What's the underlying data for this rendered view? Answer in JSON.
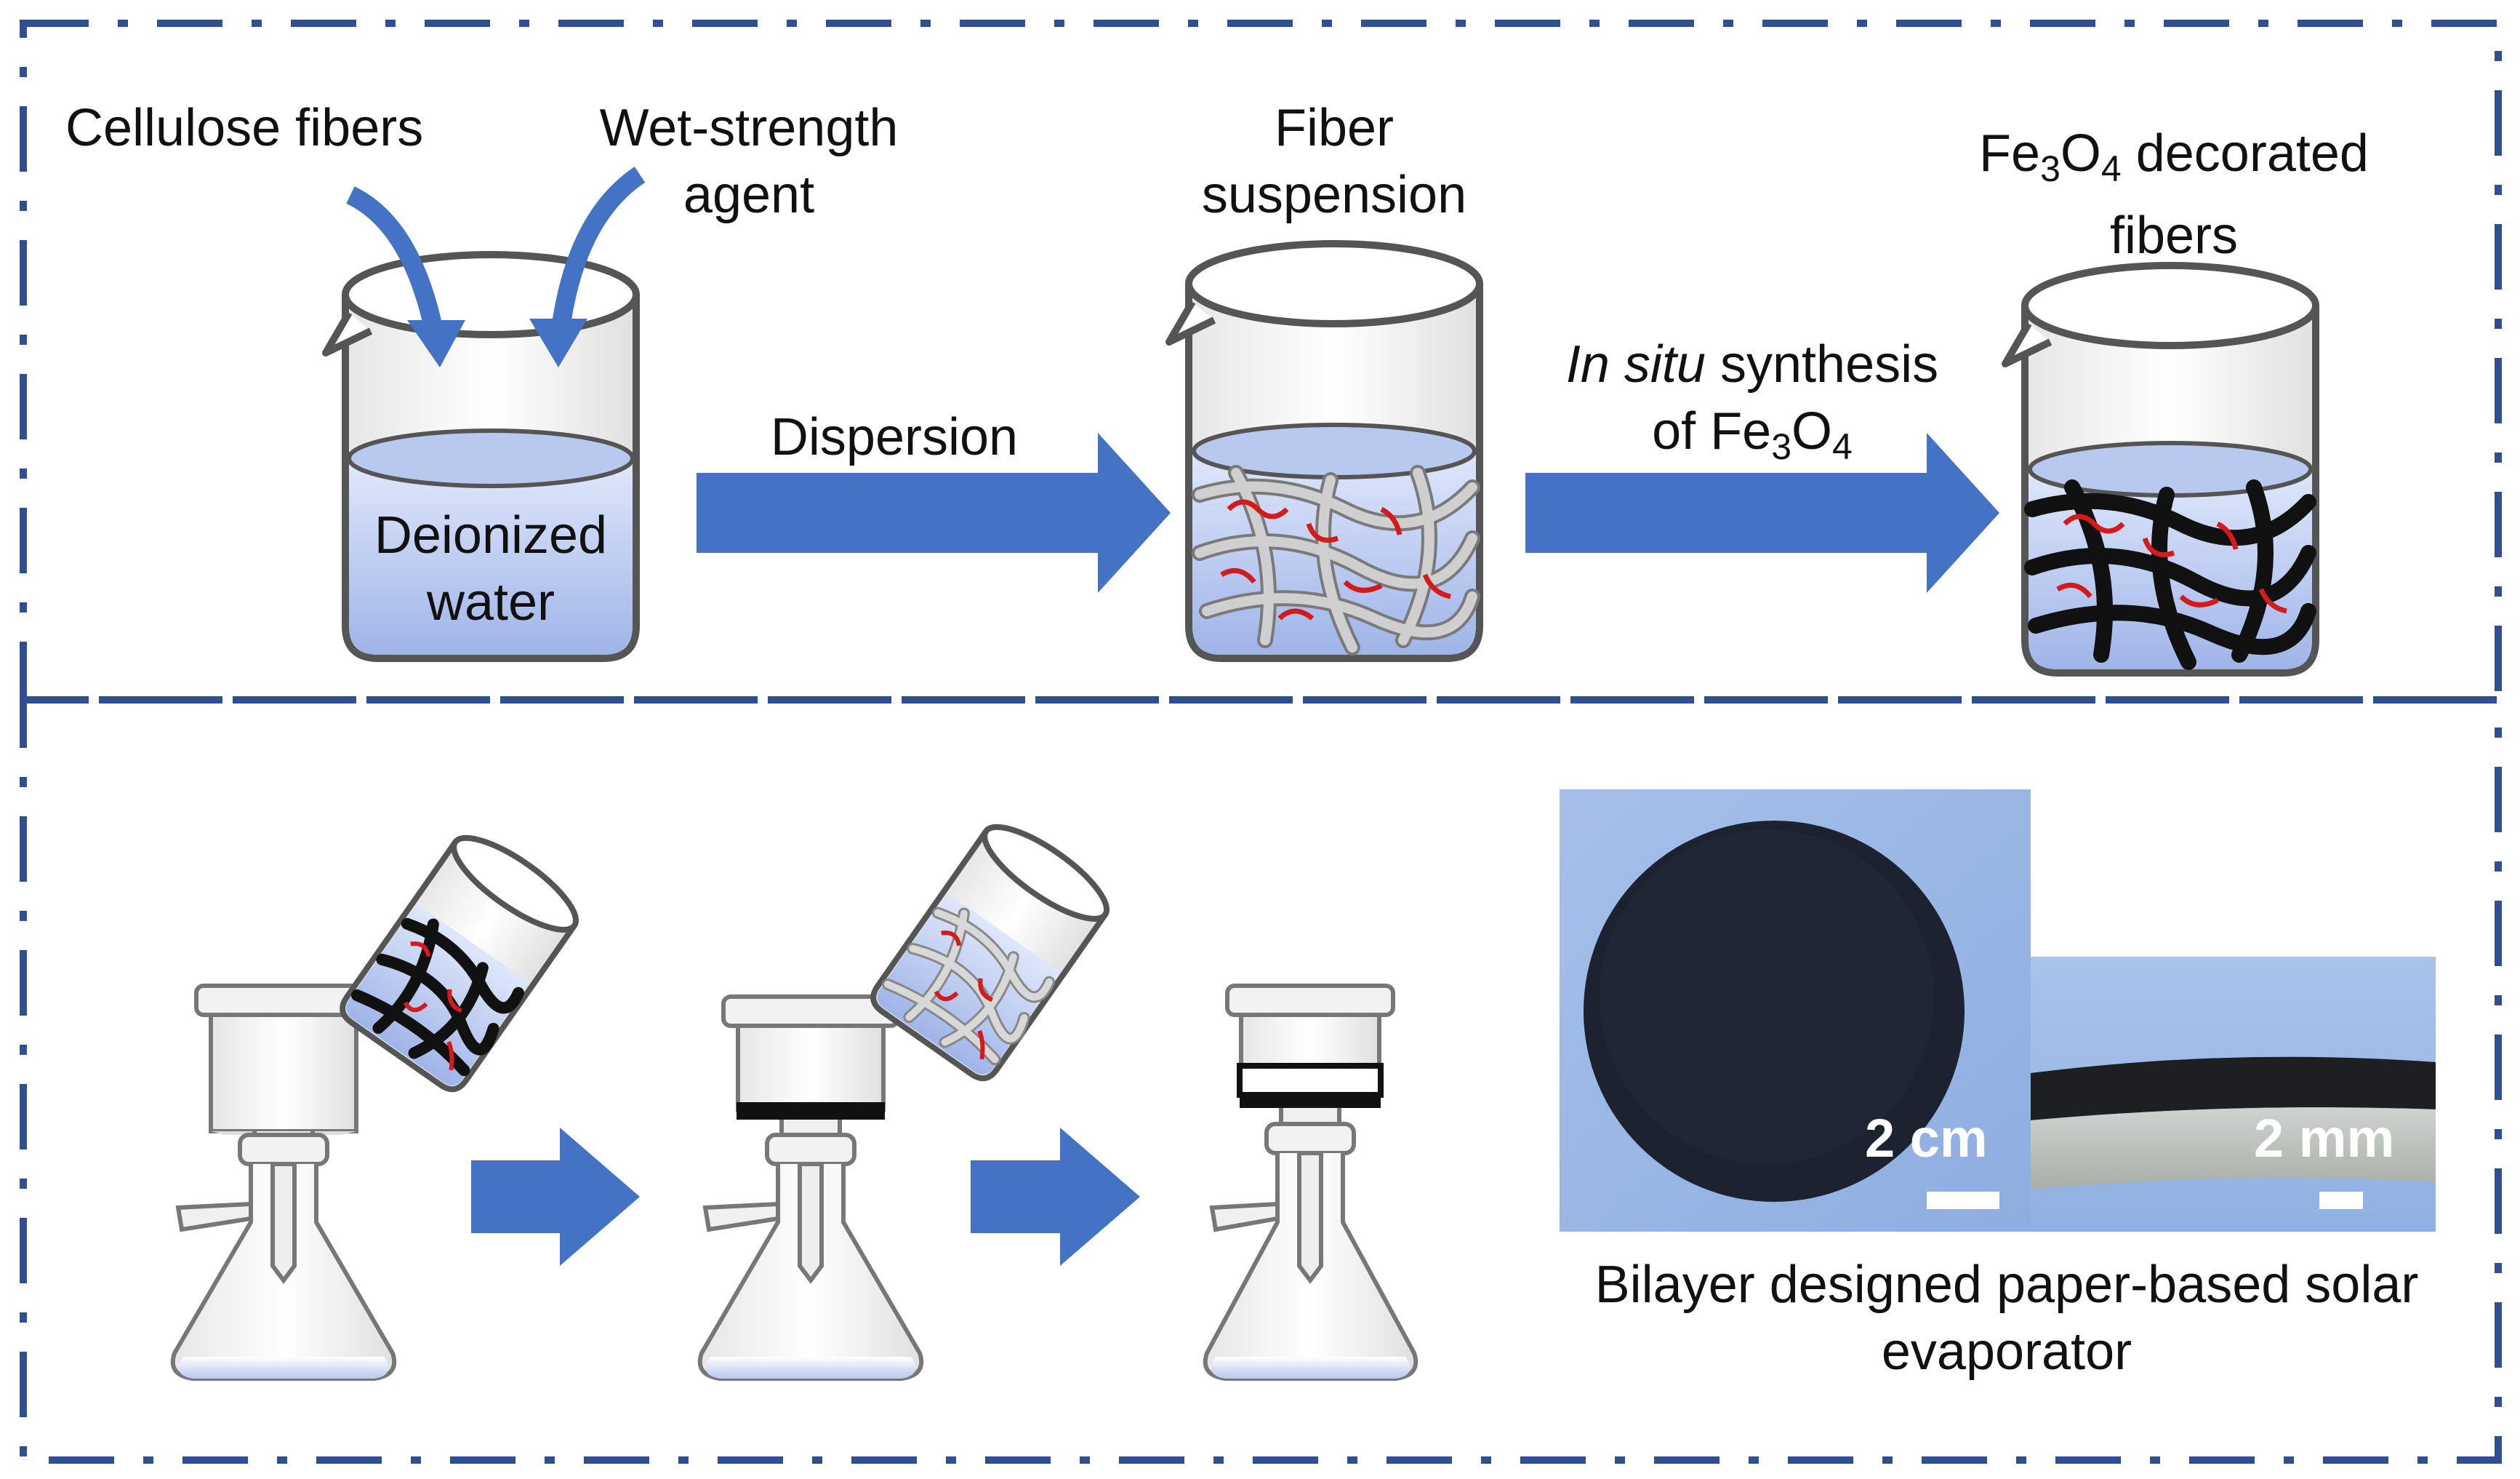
{
  "top": {
    "cellulose_label": "Cellulose fibers",
    "wet_strength_line1": "Wet-strength",
    "wet_strength_line2": "agent",
    "deionized_line1": "Deionized",
    "deionized_line2": "water",
    "dispersion_label": "Dispersion",
    "fiber_suspension_line1": "Fiber",
    "fiber_suspension_line2": "suspension",
    "insitu_italic": "In situ",
    "insitu_rest": " synthesis",
    "of_label": "of Fe",
    "fe3o4_sub_3": "3",
    "fe3o4_o": "O",
    "fe3o4_sub_4": "4",
    "decorated_fe": "Fe",
    "decorated_sub_3": "3",
    "decorated_o": "O",
    "decorated_sub_4": "4",
    "decorated_rest": " decorated",
    "decorated_line2": "fibers"
  },
  "bottom": {
    "photo1_scale": "2 cm",
    "photo2_scale": "2 mm",
    "caption_line1": "Bilayer designed paper-based solar",
    "caption_line2": "evaporator"
  },
  "colors": {
    "frame": "#2f4f94",
    "arrow": "#4472c4",
    "water": "#b8c8ee",
    "vessel_outline": "#555555",
    "fiber_gray": "#c8c8c8",
    "fiber_black": "#1a1a1a",
    "wet_strength_red": "#d41a1a",
    "photo_bg": "#9bb7e6",
    "disc": "#1c2230"
  }
}
